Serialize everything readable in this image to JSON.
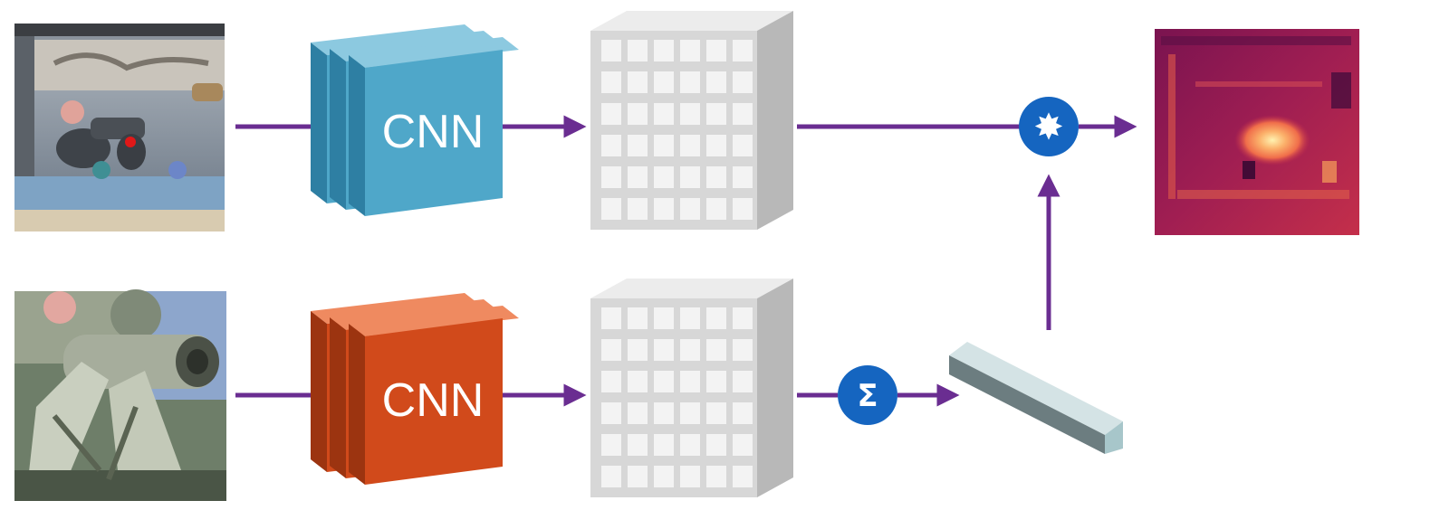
{
  "diagram": {
    "rows": [
      {
        "id": "top",
        "input_image": "scene-image",
        "encoder_label": "CNN",
        "encoder_color": "#4fa7c9",
        "operator": "convolution-star",
        "operator_symbol": "✸"
      },
      {
        "id": "bottom",
        "input_image": "gripper-image",
        "encoder_label": "CNN",
        "encoder_color": "#d14a1b",
        "operator": "sum",
        "operator_symbol": "Σ"
      }
    ],
    "output_image": "heatmap-image",
    "colors": {
      "arrow": "#6a2d91",
      "operator_fill": "#1565c0",
      "feature_block": "#d7d7d7",
      "vector_bar": "#b9cfd2"
    }
  }
}
